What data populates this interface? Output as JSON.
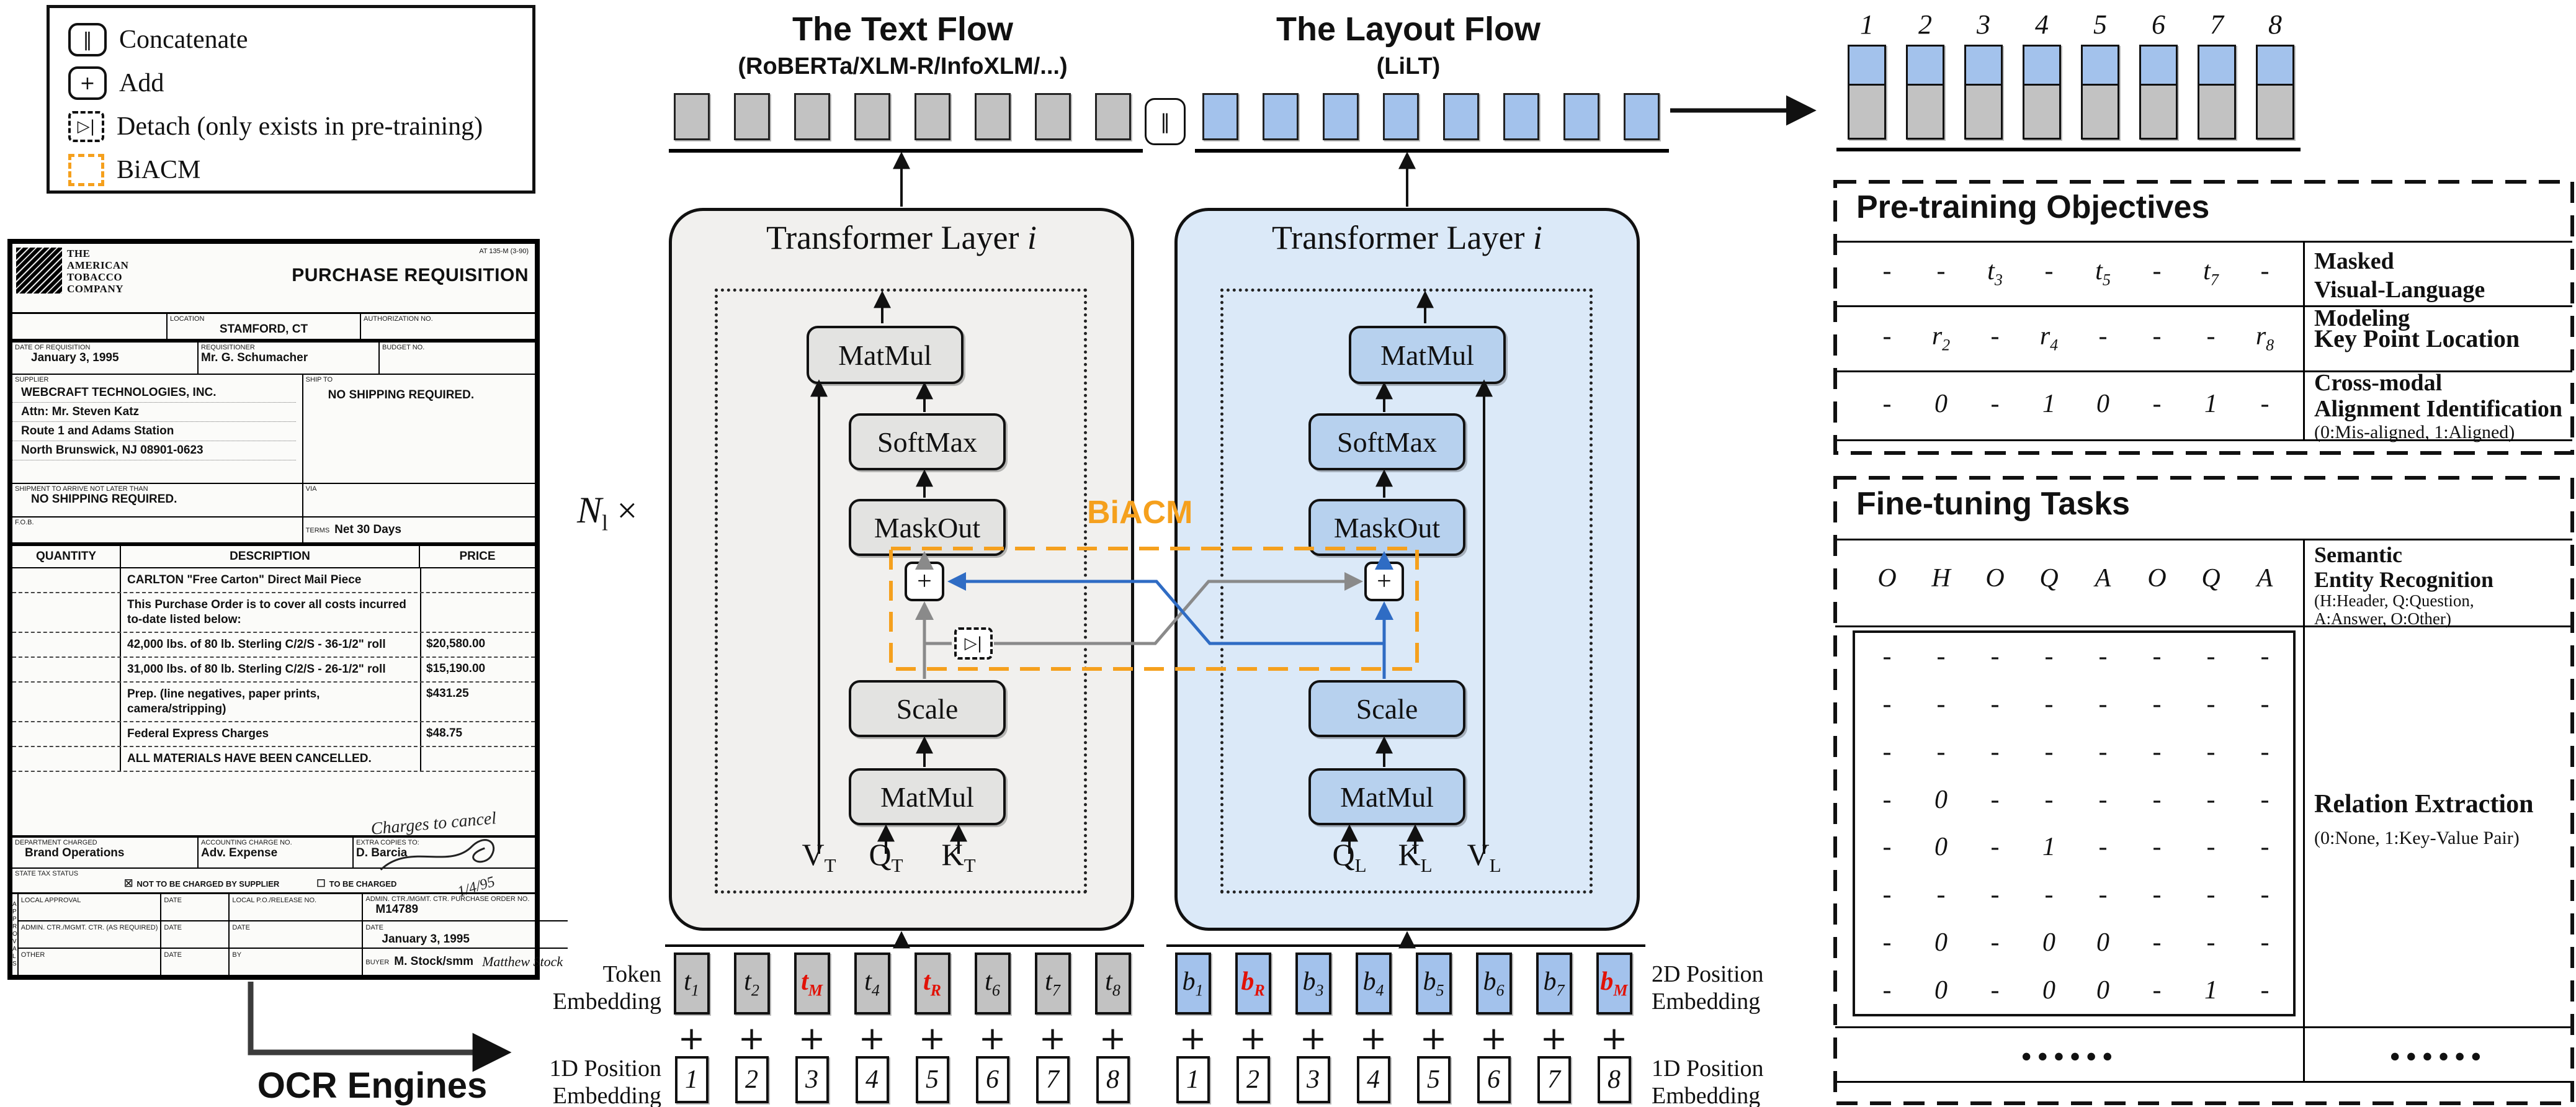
{
  "colors": {
    "accent_orange": "#F5A01D",
    "wire_blue": "#2f6cc4",
    "wire_gray": "#8a8a8a",
    "masked_red": "#e11207",
    "text_flow_bg": "#f1f0ee",
    "layout_flow_bg": "#dbe9f8",
    "block_gray": "#e3e3e1",
    "block_blue": "#b7d1ee",
    "bar_gray": "#c2c2c2",
    "bar_blue": "#a3c2ec"
  },
  "symbols": {
    "concat": "‖",
    "add": "+",
    "detach": "▷|",
    "dots": "••••••"
  },
  "legend": {
    "items": [
      {
        "label": "Concatenate"
      },
      {
        "label": "Add"
      },
      {
        "label": "Detach (only exists in pre-training)"
      },
      {
        "label": "BiACM"
      }
    ]
  },
  "ocr": {
    "label": "OCR Engines"
  },
  "text_flow": {
    "title": "The Text Flow",
    "subtitle": "(RoBERTa/XLM-R/InfoXLM/...)",
    "inputs": [
      {
        "m": "V",
        "s": "T"
      },
      {
        "m": "Q",
        "s": "T"
      },
      {
        "m": "K",
        "s": "T"
      }
    ]
  },
  "layout_flow": {
    "title": "The Layout Flow",
    "subtitle": "(LiLT)",
    "inputs": [
      {
        "m": "Q",
        "s": "L"
      },
      {
        "m": "K",
        "s": "L"
      },
      {
        "m": "V",
        "s": "L"
      }
    ]
  },
  "flows": {
    "layer_title": "Transformer Layer",
    "layer_index": "i",
    "blocks": {
      "matmul": "MatMul",
      "softmax": "SoftMax",
      "maskout": "MaskOut",
      "scale": "Scale",
      "add": "+"
    }
  },
  "n_layers": {
    "m": "N",
    "s": "l",
    "x": "×"
  },
  "biacm": "BiACM",
  "token_embedding": {
    "label1": "Token",
    "label2": "Embedding",
    "tokens": [
      {
        "m": "t",
        "s": "1"
      },
      {
        "m": "t",
        "s": "2"
      },
      {
        "m": "t",
        "s": "M",
        "c": "red"
      },
      {
        "m": "t",
        "s": "4"
      },
      {
        "m": "t",
        "s": "R",
        "c": "red"
      },
      {
        "m": "t",
        "s": "6"
      },
      {
        "m": "t",
        "s": "7"
      },
      {
        "m": "t",
        "s": "8"
      }
    ]
  },
  "box_embedding": {
    "label1": "2D Position",
    "label2": "Embedding",
    "boxes": [
      {
        "m": "b",
        "s": "1"
      },
      {
        "m": "b",
        "s": "R",
        "c": "red"
      },
      {
        "m": "b",
        "s": "3"
      },
      {
        "m": "b",
        "s": "4"
      },
      {
        "m": "b",
        "s": "5"
      },
      {
        "m": "b",
        "s": "6"
      },
      {
        "m": "b",
        "s": "7"
      },
      {
        "m": "b",
        "s": "M",
        "c": "red"
      }
    ]
  },
  "pos1d": {
    "label1": "1D Position",
    "label2": "Embedding",
    "values": [
      "1",
      "2",
      "3",
      "4",
      "5",
      "6",
      "7",
      "8"
    ]
  },
  "outputs": {
    "indices": [
      "1",
      "2",
      "3",
      "4",
      "5",
      "6",
      "7",
      "8"
    ]
  },
  "pretraining": {
    "title": "Pre-training Objectives",
    "rows": [
      {
        "cells": [
          {
            "m": "-"
          },
          {
            "m": "-"
          },
          {
            "m": "t",
            "s": "3"
          },
          {
            "m": "-"
          },
          {
            "m": "t",
            "s": "5"
          },
          {
            "m": "-"
          },
          {
            "m": "t",
            "s": "7"
          },
          {
            "m": "-"
          }
        ]
      },
      {
        "cells": [
          {
            "m": "-"
          },
          {
            "m": "r",
            "s": "2"
          },
          {
            "m": "-"
          },
          {
            "m": "r",
            "s": "4"
          },
          {
            "m": "-"
          },
          {
            "m": "-"
          },
          {
            "m": "-"
          },
          {
            "m": "r",
            "s": "8"
          }
        ]
      },
      {
        "cells": [
          {
            "m": "-"
          },
          {
            "m": "0"
          },
          {
            "m": "-"
          },
          {
            "m": "1"
          },
          {
            "m": "0"
          },
          {
            "m": "-"
          },
          {
            "m": "1"
          },
          {
            "m": "-"
          }
        ]
      }
    ],
    "r1_label1": "Masked",
    "r1_label2": "Visual-Language Modeling",
    "r2_label": "Key Point Location",
    "r3_label1": "Cross-modal",
    "r3_label2": "Alignment Identification",
    "r3_note": "(0:Mis-aligned, 1:Aligned)"
  },
  "finetuning": {
    "title": "Fine-tuning Tasks",
    "ser_letters": [
      "O",
      "H",
      "O",
      "Q",
      "A",
      "O",
      "Q",
      "A"
    ],
    "ser_label1": "Semantic",
    "ser_label2": "Entity Recognition",
    "ser_note1": "(H:Header, Q:Question,",
    "ser_note2": "A:Answer, O:Other)",
    "re_matrix": [
      [
        "-",
        "-",
        "-",
        "-",
        "-",
        "-",
        "-",
        "-"
      ],
      [
        "-",
        "-",
        "-",
        "-",
        "-",
        "-",
        "-",
        "-"
      ],
      [
        "-",
        "-",
        "-",
        "-",
        "-",
        "-",
        "-",
        "-"
      ],
      [
        "-",
        "0",
        "-",
        "-",
        "-",
        "-",
        "-",
        "-"
      ],
      [
        "-",
        "0",
        "-",
        "1",
        "-",
        "-",
        "-",
        "-"
      ],
      [
        "-",
        "-",
        "-",
        "-",
        "-",
        "-",
        "-",
        "-"
      ],
      [
        "-",
        "0",
        "-",
        "0",
        "0",
        "-",
        "-",
        "-"
      ],
      [
        "-",
        "0",
        "-",
        "0",
        "0",
        "-",
        "1",
        "-"
      ]
    ],
    "re_label": "Relation Extraction",
    "re_note": "(0:None, 1:Key-Value Pair)"
  },
  "document": {
    "logo_lines": [
      "THE",
      "AMERICAN",
      "TOBACCO",
      "COMPANY"
    ],
    "form_no": "AT 135-M (3-90)",
    "title": "PURCHASE REQUISITION",
    "location_label": "LOCATION",
    "location": "STAMFORD, CT",
    "auth_label": "AUTHORIZATION NO.",
    "date_label": "DATE OF REQUISITION",
    "date": "January 3, 1995",
    "req_label": "REQUISITIONER",
    "requisitioner": "Mr. G. Schumacher",
    "budget_label": "BUDGET NO.",
    "supplier_label": "SUPPLIER",
    "supplier_lines": [
      "WEBCRAFT TECHNOLOGIES, INC.",
      "Attn: Mr. Steven Katz",
      "Route 1 and Adams Station",
      "North Brunswick, NJ 08901-0623"
    ],
    "shipto_label": "SHIP TO",
    "shipto": "NO SHIPPING REQUIRED.",
    "arrive_label": "SHIPMENT TO ARRIVE NOT LATER THAN",
    "arrive": "NO SHIPPING REQUIRED.",
    "via_label": "VIA",
    "fob_label": "F.O.B.",
    "terms_label": "TERMS",
    "terms": "Net 30 Days",
    "qty_header": "QUANTITY",
    "desc_header": "DESCRIPTION",
    "price_header": "PRICE",
    "items": [
      {
        "desc": "CARLTON \"Free Carton\" Direct Mail Piece",
        "price": ""
      },
      {
        "desc": "This Purchase Order is to cover all costs incurred to-date listed below:",
        "price": ""
      },
      {
        "desc": "42,000 lbs. of 80 lb. Sterling C/2/S - 36-1/2\" roll",
        "price": "$20,580.00"
      },
      {
        "desc": "31,000 lbs. of 80 lb. Sterling C/2/S - 26-1/2\" roll",
        "price": "$15,190.00"
      },
      {
        "desc": "Prep. (line negatives, paper prints, camera/stripping)",
        "price": "$431.25"
      },
      {
        "desc": "Federal Express Charges",
        "price": "$48.75"
      },
      {
        "desc": "ALL MATERIALS HAVE BEEN CANCELLED.",
        "price": ""
      }
    ],
    "handwritten_note": "Charges to cancel",
    "handwritten_date": "1/4/95",
    "dept_label": "DEPARTMENT CHARGED",
    "dept": "Brand Operations",
    "acct_label": "ACCOUNTING CHARGE NO.",
    "acct": "Adv. Expense",
    "copies_label": "EXTRA COPIES TO:",
    "copies": "D. Barcia",
    "tax_label": "STATE TAX STATUS",
    "tax_check1": "☒",
    "tax_opt1": "NOT TO BE CHARGED BY SUPPLIER",
    "tax_check2": "☐",
    "tax_opt2": "TO BE CHARGED",
    "approvals_vertical": "APPROVALS",
    "local_approval_label": "LOCAL APPROVAL",
    "date_small": "DATE",
    "po_label": "LOCAL P.O./RELEASE NO.",
    "admin_po_label": "ADMIN. CTR./MGMT. CTR. PURCHASE ORDER NO.",
    "po_number": "M14789",
    "admin_req_label": "ADMIN. CTR./MGMT. CTR. (AS REQUIRED)",
    "other_label": "OTHER",
    "by_label": "BY",
    "buyer_label": "BUYER",
    "buyer": "M. Stock/smm",
    "buyer_sig": "Matthew Stock",
    "approval_date": "January 3, 1995"
  }
}
